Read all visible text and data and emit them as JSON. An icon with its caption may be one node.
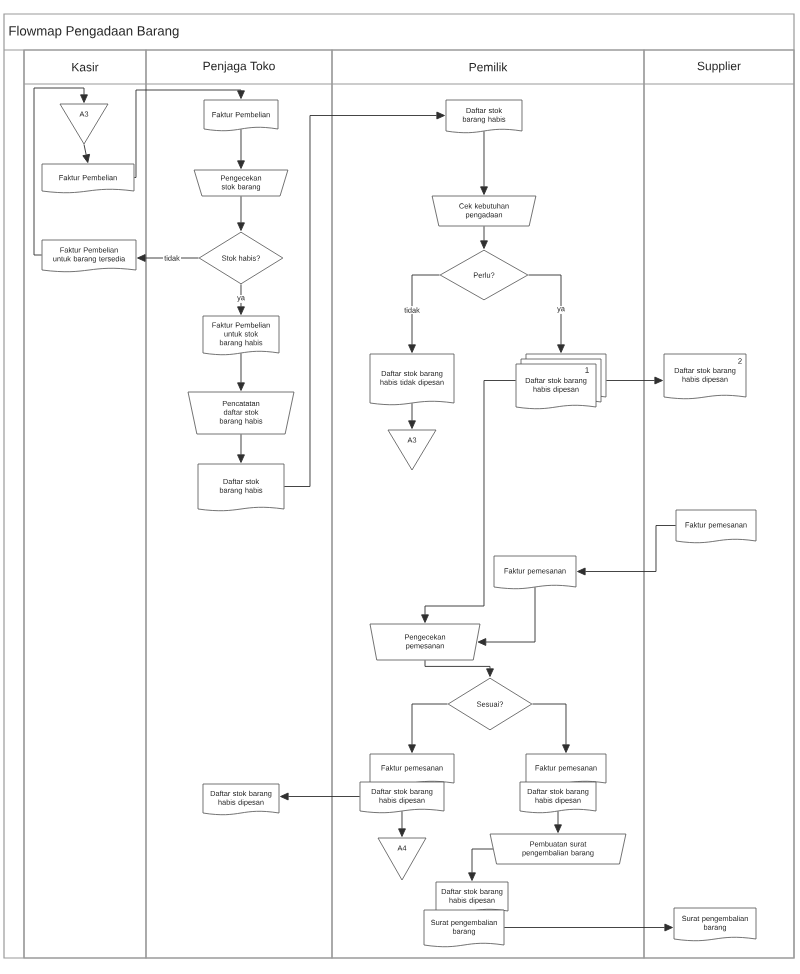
{
  "diagram": {
    "title": "Flowmap Pengadaan Barang",
    "nodes": [
      {
        "text": [
          "Kasir"
        ]
      },
      {
        "text": [
          "Penjaga Toko"
        ]
      },
      {
        "text": [
          "Pemilik"
        ]
      },
      {
        "text": [
          "Supplier"
        ]
      },
      {
        "text": [
          "A3"
        ],
        "in": 0
      },
      {
        "text": [
          "Faktur Pembelian"
        ],
        "in": 0
      },
      {
        "text": [
          "Faktur Pembelian untuk barang tersedia"
        ],
        "in": 0
      },
      {
        "text": [
          "Faktur Pembelian"
        ],
        "in": 1
      },
      {
        "text": [
          "Pengecekan stok barang"
        ],
        "in": 1
      },
      {
        "text": [
          "Stok habis?"
        ],
        "in": 1
      },
      {
        "text": [
          "Faktur Pembelian untuk stok barang habis"
        ],
        "in": 1
      },
      {
        "text": [
          "Pencatatan daftar stok barang habis"
        ],
        "in": 1
      },
      {
        "text": [
          "Daftar stok barang habis"
        ],
        "in": 1
      },
      {
        "text": [
          "Daftar stok barang habis dipesan"
        ],
        "in": 1
      },
      {
        "text": [
          "Daftar stok barang habis"
        ],
        "in": 2
      },
      {
        "text": [
          "Cek kebutuhan pengadaan"
        ],
        "in": 2
      },
      {
        "text": [
          "Perlu?"
        ],
        "in": 2
      },
      {
        "text": [
          "Daftar stok barang habis tidak dipesan"
        ],
        "in": 2
      },
      {
        "text": [
          "1",
          "Daftar stok barang habis dipesan"
        ],
        "in": 2
      },
      {
        "text": [
          "A3"
        ],
        "in": 2
      },
      {
        "text": [
          "Faktur pemesanan"
        ],
        "in": 2
      },
      {
        "text": [
          "Pengecekan pemesanan"
        ],
        "in": 2
      },
      {
        "text": [
          "Sesuai?"
        ],
        "in": 2
      },
      {
        "text": [
          "Faktur pemesanan"
        ],
        "in": 2
      },
      {
        "text": [
          "Faktur pemesanan"
        ],
        "in": 2
      },
      {
        "text": [
          "Daftar stok barang habis dipesan"
        ],
        "in": 2
      },
      {
        "text": [
          "Daftar stok barang habis dipesan"
        ],
        "in": 2
      },
      {
        "text": [
          "A4"
        ],
        "in": 2
      },
      {
        "text": [
          "Pembuatan surat pengembalian barang"
        ],
        "in": 2
      },
      {
        "text": [
          "Daftar stok barang habis dipesan"
        ],
        "in": 2
      },
      {
        "text": [
          "Surat pengembalian barang"
        ],
        "in": 2
      },
      {
        "text": [
          "2",
          "Daftar stok barang habis dipesan"
        ],
        "in": 3
      },
      {
        "text": [
          "Faktur pemesanan"
        ],
        "in": 3
      },
      {
        "text": [
          "Surat pengembalian barang"
        ],
        "in": 3
      }
    ],
    "edges": [
      {
        "from": 6,
        "to": 4,
        "arrow": "to"
      },
      {
        "from": 4,
        "to": 5,
        "arrow": "to"
      },
      {
        "from": 5,
        "to": 7,
        "arrow": "to"
      },
      {
        "from": 7,
        "to": 8,
        "arrow": "to"
      },
      {
        "from": 8,
        "to": 9,
        "arrow": "to"
      },
      {
        "from": 9,
        "to": 6,
        "arrow": "to",
        "label": "tidak"
      },
      {
        "from": 9,
        "to": 10,
        "arrow": "to",
        "label": "ya"
      },
      {
        "from": 10,
        "to": 11,
        "arrow": "to"
      },
      {
        "from": 11,
        "to": 12,
        "arrow": "to"
      },
      {
        "from": 12,
        "to": 14,
        "arrow": "to"
      },
      {
        "from": 14,
        "to": 15,
        "arrow": "to"
      },
      {
        "from": 15,
        "to": 16,
        "arrow": "to"
      },
      {
        "from": 16,
        "to": 17,
        "arrow": "to",
        "label": "tidak"
      },
      {
        "from": 16,
        "to": 18,
        "arrow": "to",
        "label": "ya"
      },
      {
        "from": 17,
        "to": 19,
        "arrow": "to"
      },
      {
        "from": 18,
        "to": 31,
        "arrow": "to"
      },
      {
        "from": 18,
        "to": 21,
        "arrow": "to"
      },
      {
        "from": 32,
        "to": 20,
        "arrow": "to"
      },
      {
        "from": 20,
        "to": 21,
        "arrow": "to"
      },
      {
        "from": 21,
        "to": 22,
        "arrow": "to"
      },
      {
        "from": 22,
        "to": 23,
        "arrow": "to"
      },
      {
        "from": 22,
        "to": 24,
        "arrow": "to"
      },
      {
        "from": 25,
        "to": 13,
        "arrow": "to"
      },
      {
        "from": 25,
        "to": 27,
        "arrow": "to"
      },
      {
        "from": 26,
        "to": 28,
        "arrow": "to"
      },
      {
        "from": 28,
        "to": 29,
        "arrow": "to"
      },
      {
        "from": 30,
        "to": 33,
        "arrow": "to"
      }
    ]
  }
}
